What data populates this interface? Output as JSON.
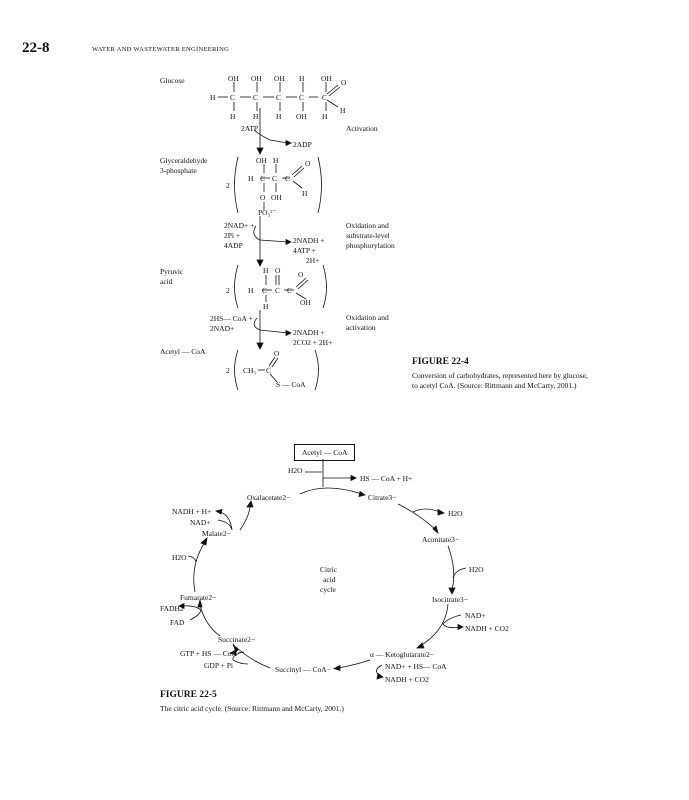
{
  "header": {
    "page_number": "22-8",
    "running_title": "WATER AND WASTEWATER ENGINEERING"
  },
  "fig4": {
    "labels": {
      "glucose": "Glucose",
      "g3p_line1": "Glyceraldehyde",
      "g3p_line2": "3-phosphate",
      "pyruvic_line1": "Pyruvic",
      "pyruvic_line2": "acid",
      "acetyl": "Acetyl — CoA"
    },
    "steps": {
      "s1_in": "2ATP",
      "s1_out": "2ADP",
      "s1_name": "Activation",
      "s2_in1": "2NAD+ +",
      "s2_in2": "2Pi +",
      "s2_in3": "4ADP",
      "s2_out1": "2NADH +",
      "s2_out2": "4ATP +",
      "s2_out3": "2H+",
      "s2_name1": "Oxidation and",
      "s2_name2": "substrate-level",
      "s2_name3": "phosphorylation",
      "s3_in1": "2HS— CoA +",
      "s3_in2": "2NAD+",
      "s3_out1": "2NADH +",
      "s3_out2": "2CO2 + 2H+",
      "s3_name1": "Oxidation and",
      "s3_name2": "activation"
    },
    "caption_title": "FIGURE 22-4",
    "caption_line1": "Conversion of carbohydrates, represented here by glucose,",
    "caption_line2": "to acetyl CoA. (Source: Rittmann and McCarty, 2001.)"
  },
  "fig5": {
    "acetyl_box": "Acetyl — CoA",
    "h2o_top": "H2O",
    "hs_coa_top": "HS — CoA + H+",
    "oxaloacetate": "Oxalacetate2−",
    "citrate": "Citrate3−",
    "h2o_right1": "H2O",
    "aconitate": "Aconitate3−",
    "h2o_right2": "H2O",
    "isocitrate": "Isocitrate3−",
    "nad_right": "NAD+",
    "nadh_co2_right": "NADH + CO2",
    "ketoglutarate": "α — Ketoglutarate2−",
    "nad_hs_coa": "NAD+ + HS— CoA",
    "nadh_co2_bottom": "NADH + CO2",
    "succinyl": "Succinyl — CoA−",
    "gtp_hs_coa": "GTP + HS — CoA",
    "gdp_pi": "GDP + Pi",
    "succinate": "Succinate2−",
    "fadh2": "FADH2",
    "fad": "FAD",
    "fumarate": "Fumarate2−",
    "h2o_left": "H2O",
    "malate": "Malate2−",
    "nad_left": "NAD+",
    "nadh_left": "NADH + H+",
    "center1": "Citric",
    "center2": "acid",
    "center3": "cycle",
    "caption_title": "FIGURE 22-5",
    "caption_line1": "The citric acid cycle. (Source: Rittmann and McCarty, 2001.)"
  }
}
